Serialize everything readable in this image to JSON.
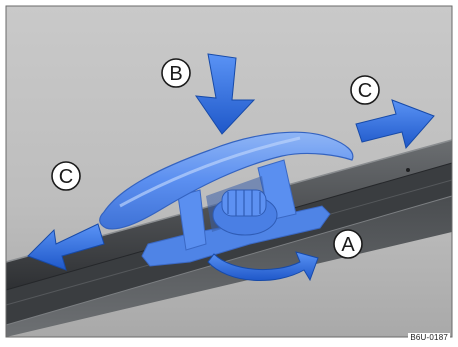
{
  "figure": {
    "reference_code": "B6U-0187",
    "callouts": {
      "a": "A",
      "b": "B",
      "c_left": "C",
      "c_right": "C"
    },
    "colors": {
      "part_blue": "#4f86ea",
      "arrow_blue": "#2f6fe0",
      "background_grey": "#b9b9b9",
      "rail_dark": "#3c3f42"
    }
  }
}
